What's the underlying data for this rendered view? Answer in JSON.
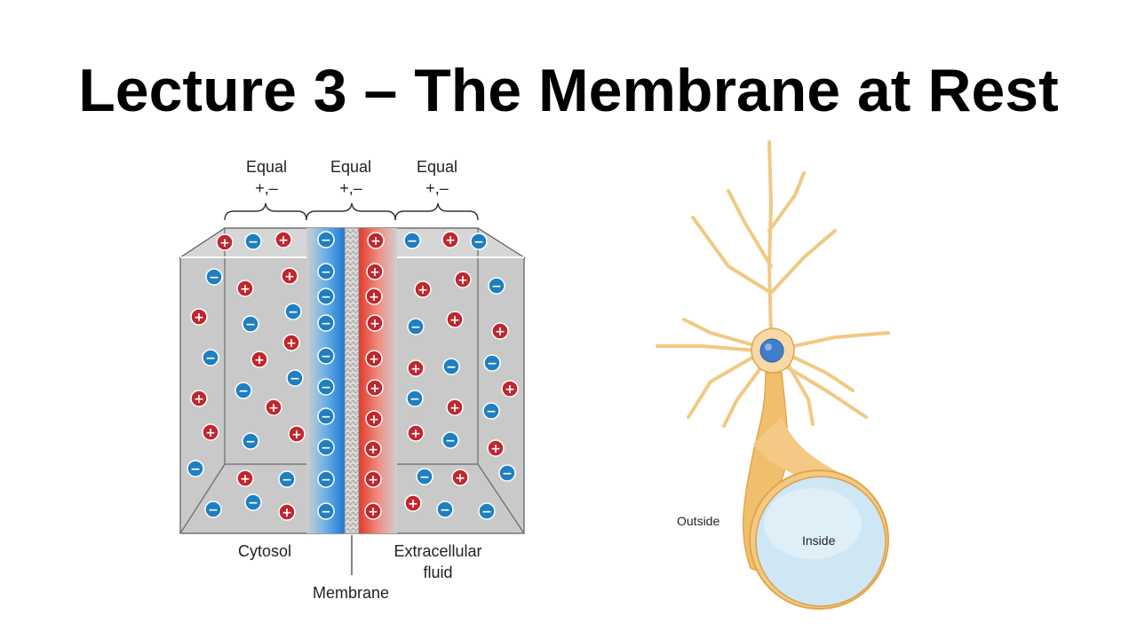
{
  "slide": {
    "title": "Lecture 3 – The Membrane at Rest"
  },
  "charge_diagram": {
    "brace_labels": [
      {
        "line1": "Equal",
        "line2": "+,–"
      },
      {
        "line1": "Equal",
        "line2": "+,–"
      },
      {
        "line1": "Equal",
        "line2": "+,–"
      }
    ],
    "region_labels": {
      "cytosol": "Cytosol",
      "extracellular_line1": "Extracellular",
      "extracellular_line2": "fluid",
      "membrane": "Membrane"
    },
    "colors": {
      "positive": "#c0262d",
      "negative": "#1f7fc0",
      "box": "#c9c9c9",
      "membrane_neg": "#2a86d6",
      "membrane_pos": "#e34a3a"
    },
    "positive_glyph": "+",
    "negative_glyph": "−"
  },
  "neuron_diagram": {
    "outside_label": "Outside",
    "inside_label": "Inside",
    "colors": {
      "cell": "#f6d9a6",
      "cell_outline": "#e3a548",
      "nucleus": "#3f7fc9",
      "axon_inside": "#d6ecf7"
    }
  }
}
